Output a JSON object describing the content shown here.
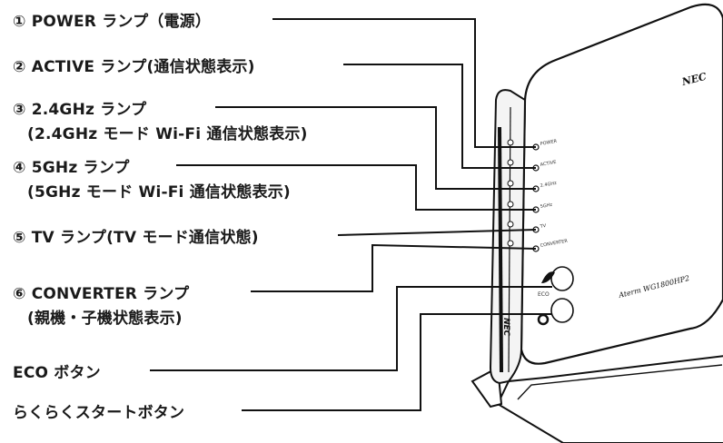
{
  "labels": {
    "power": "① POWER ランプ（電源）",
    "active": "② ACTIVE ランプ(通信状態表示)",
    "ghz24": "③ 2.4GHz ランプ",
    "ghz24_sub": "(2.4GHz モード Wi-Fi 通信状態表示)",
    "ghz5": "④ 5GHz ランプ",
    "ghz5_sub": "(5GHz モード Wi-Fi 通信状態表示)",
    "tv": "⑤ TV ランプ(TV モード通信状態)",
    "converter": "⑥ CONVERTER ランプ",
    "converter_sub": "(親機・子機状態表示)",
    "eco": "ECO ボタン",
    "rakuraku": "らくらくスタートボタン"
  },
  "device": {
    "brand": "NEC",
    "model": "Aterm WG1800HP2",
    "lamp_labels": [
      "POWER",
      "ACTIVE",
      "2.4GHz",
      "5GHz",
      "TV",
      "CONVERTER"
    ],
    "eco_label": "ECO",
    "side_brand": "NEC"
  }
}
